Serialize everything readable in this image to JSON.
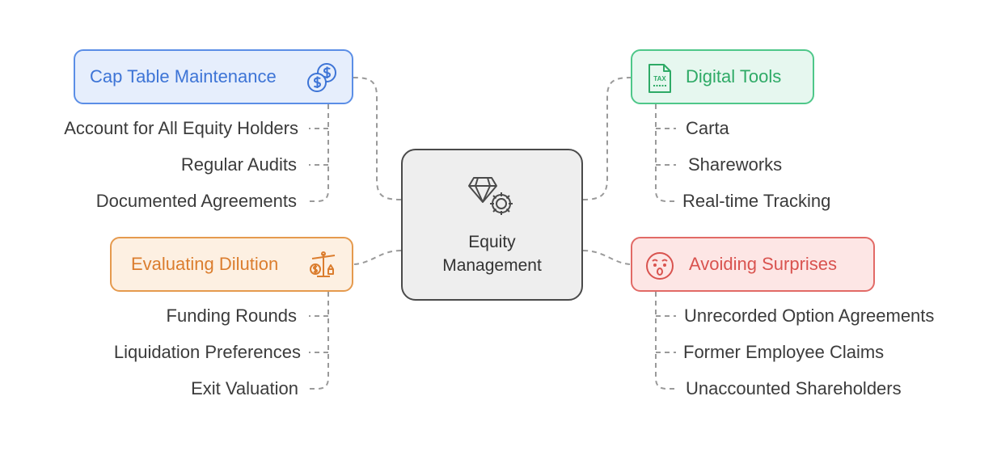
{
  "center": {
    "label": "Equity\nManagement",
    "icon": "diamond-gear-icon"
  },
  "branches": {
    "cap_table": {
      "title": "Cap Table Maintenance",
      "icon": "dollar-coins-icon",
      "color": "#3d74d6",
      "items": [
        "Account for All Equity Holders",
        "Regular Audits",
        "Documented Agreements"
      ]
    },
    "digital_tools": {
      "title": "Digital Tools",
      "icon": "tax-document-icon",
      "icon_text": "TAX",
      "color": "#2eaa66",
      "items": [
        "Carta",
        "Shareworks",
        "Real-time Tracking"
      ]
    },
    "evaluating_dilution": {
      "title": "Evaluating Dilution",
      "icon": "balance-scale-icon",
      "color": "#db7d2e",
      "items": [
        "Funding Rounds",
        "Liquidation Preferences",
        "Exit Valuation"
      ]
    },
    "avoiding_surprises": {
      "title": "Avoiding Surprises",
      "icon": "surprised-face-icon",
      "color": "#d9534f",
      "items": [
        "Unrecorded Option Agreements",
        "Former Employee Claims",
        "Unaccounted Shareholders"
      ]
    }
  }
}
